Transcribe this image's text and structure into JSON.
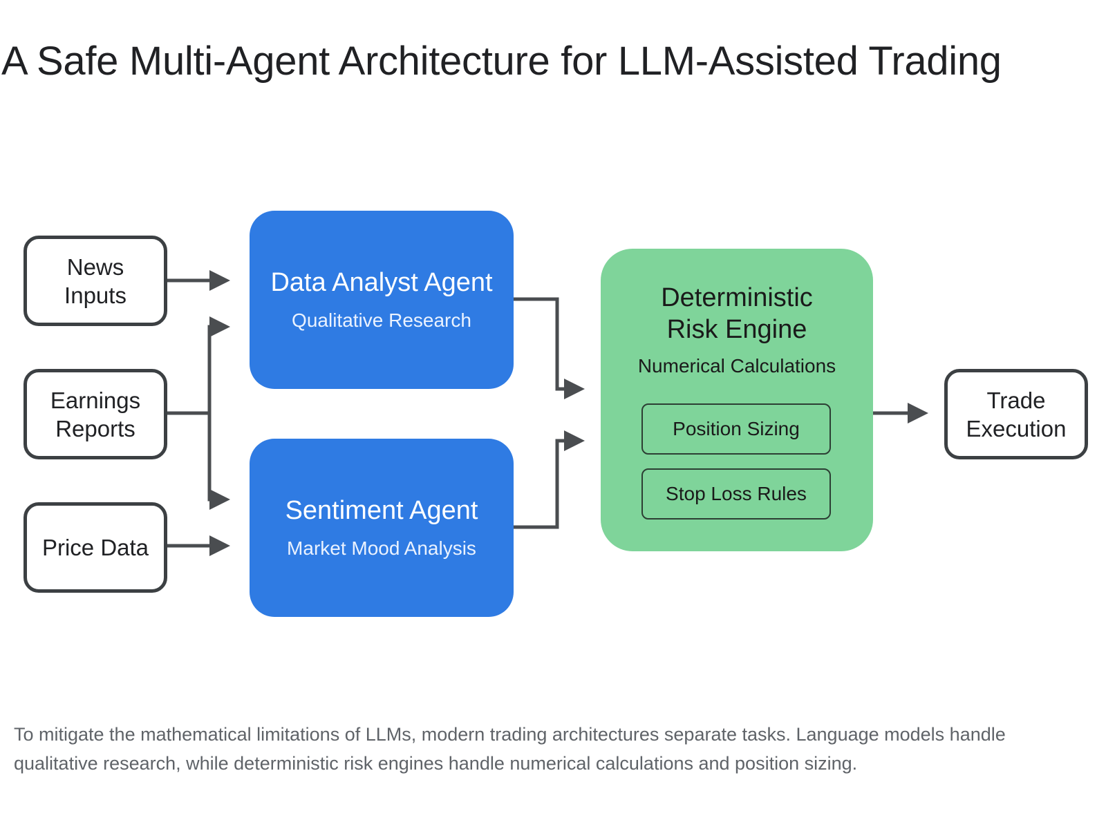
{
  "title": "A Safe Multi-Agent Architecture for LLM-Assisted Trading",
  "inputs": {
    "news": "News\nInputs",
    "earnings": "Earnings\nReports",
    "price": "Price Data"
  },
  "agents": {
    "data_analyst": {
      "title": "Data Analyst Agent",
      "subtitle": "Qualitative Research"
    },
    "sentiment": {
      "title": "Sentiment Agent",
      "subtitle": "Market Mood Analysis"
    }
  },
  "risk_engine": {
    "title": "Deterministic\nRisk Engine",
    "subtitle": "Numerical Calculations",
    "rules": [
      "Position Sizing",
      "Stop Loss Rules"
    ]
  },
  "output": "Trade\nExecution",
  "caption": "To mitigate the mathematical limitations of LLMs, modern trading architectures separate tasks. Language models handle qualitative research, while deterministic risk engines handle numerical calculations and position sizing.",
  "colors": {
    "agent_blue": "#2f7be3",
    "engine_green": "#7fd49a",
    "connector_gray": "#4a4d50"
  }
}
